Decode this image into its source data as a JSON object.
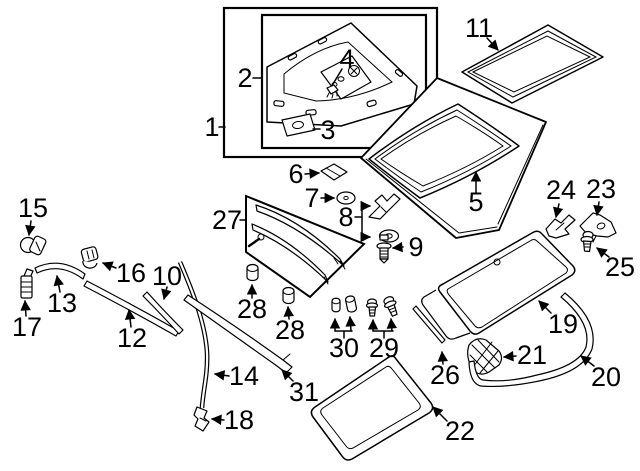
{
  "diagram": {
    "kind": "exploded parts diagram",
    "background_color": "#ffffff",
    "line_color": "#000000",
    "callouts": {
      "c1": {
        "text": "1"
      },
      "c2": {
        "text": "2"
      },
      "c3": {
        "text": "3"
      },
      "c4": {
        "text": "4"
      },
      "c5": {
        "text": "5"
      },
      "c6": {
        "text": "6"
      },
      "c7": {
        "text": "7"
      },
      "c8": {
        "text": "8"
      },
      "c9": {
        "text": "9"
      },
      "c10": {
        "text": "10"
      },
      "c11": {
        "text": "11"
      },
      "c12": {
        "text": "12"
      },
      "c13": {
        "text": "13"
      },
      "c14": {
        "text": "14"
      },
      "c15": {
        "text": "15"
      },
      "c16": {
        "text": "16"
      },
      "c17": {
        "text": "17"
      },
      "c18": {
        "text": "18"
      },
      "c19": {
        "text": "19"
      },
      "c20": {
        "text": "20"
      },
      "c21": {
        "text": "21"
      },
      "c22": {
        "text": "22"
      },
      "c23": {
        "text": "23"
      },
      "c24": {
        "text": "24"
      },
      "c25": {
        "text": "25"
      },
      "c26": {
        "text": "26"
      },
      "c27": {
        "text": "27"
      },
      "c28a": {
        "text": "28"
      },
      "c28b": {
        "text": "28"
      },
      "c29": {
        "text": "29"
      },
      "c30": {
        "text": "30"
      },
      "c31": {
        "text": "31"
      }
    }
  }
}
